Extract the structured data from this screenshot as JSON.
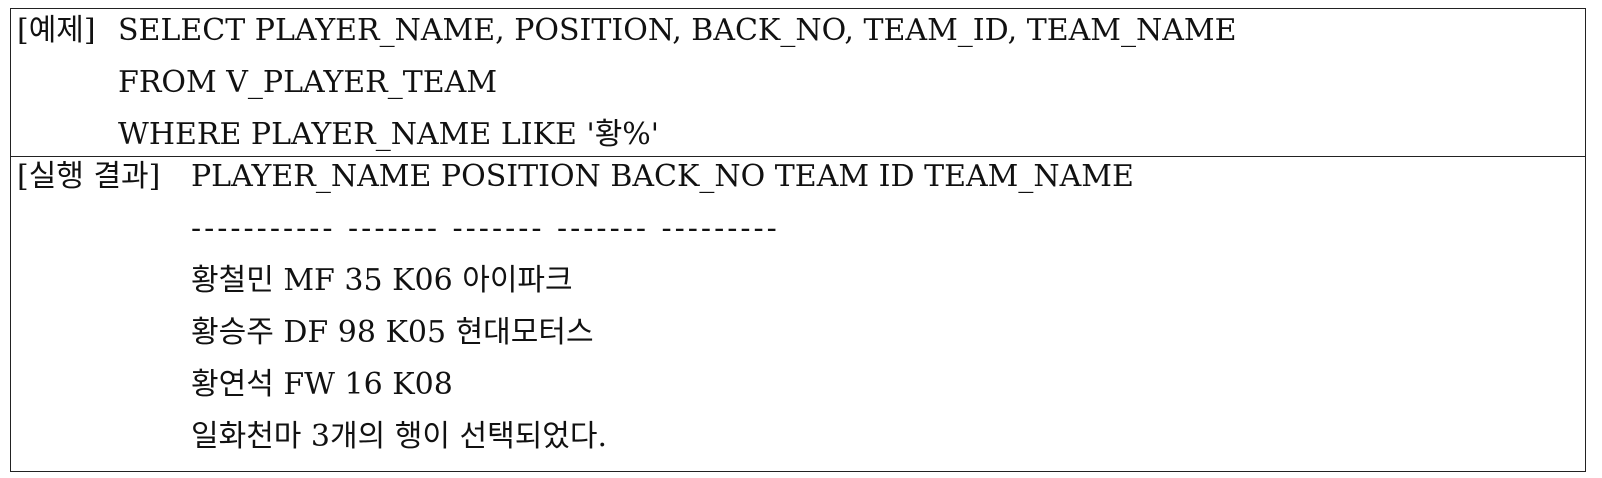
{
  "example": {
    "label": "[예제]",
    "lines": [
      "SELECT PLAYER_NAME, POSITION, BACK_NO, TEAM_ID, TEAM_NAME",
      "FROM V_PLAYER_TEAM",
      "WHERE PLAYER_NAME LIKE '황%'"
    ]
  },
  "result": {
    "label": "[실행 결과]",
    "header": "PLAYER_NAME POSITION BACK_NO TEAM ID TEAM_NAME",
    "separator": "----------- ------- ------- ------- ---------",
    "rows": [
      "황철민 MF 35 K06 아이파크",
      "황승주 DF 98 K05 현대모터스",
      "황연석 FW 16 K08"
    ],
    "summary": "일화천마 3개의 행이 선택되었다."
  }
}
